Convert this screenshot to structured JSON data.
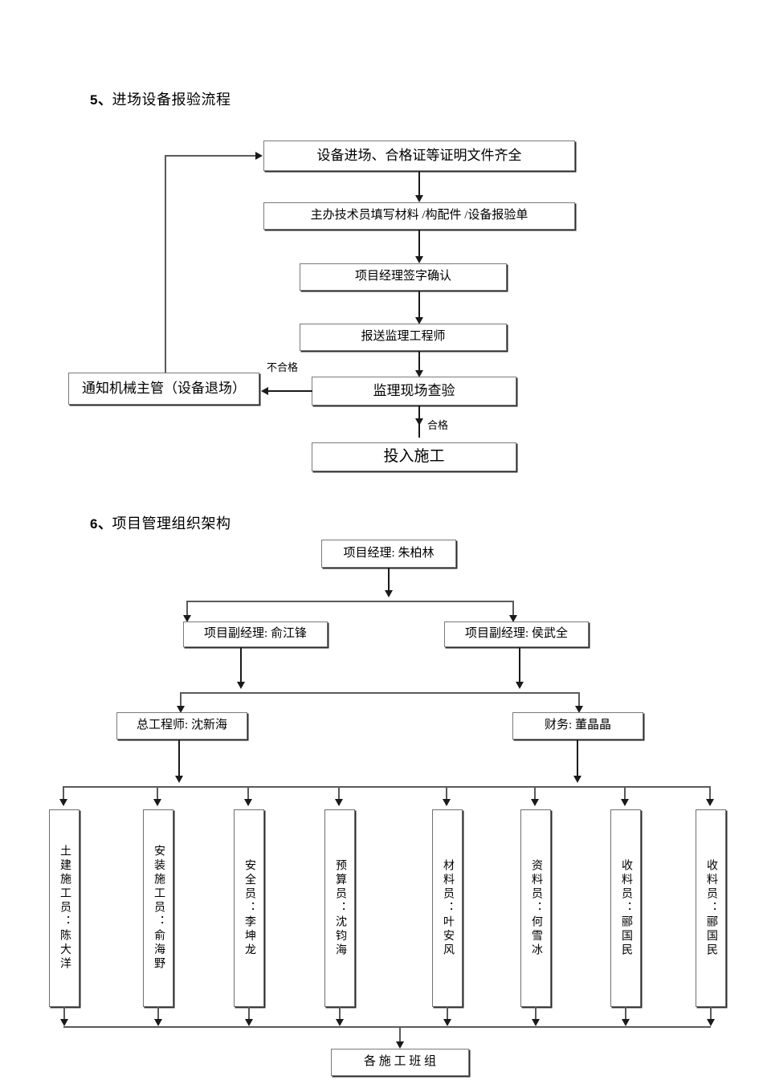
{
  "document": {
    "sections": [
      {
        "number": "5、",
        "title": "进场设备报验流程"
      },
      {
        "number": "6、",
        "title": "项目管理组织架构"
      }
    ]
  },
  "flowchart": {
    "nodes": {
      "equipment_arrival": "设备进场、合格证等证明文件齐全",
      "fill_form": "主办技术员填写材料  /构配件 /设备报验单",
      "pm_sign": "项目经理签字确认",
      "submit_supervisor": "报送监理工程师",
      "site_inspection": "监理现场查验",
      "notify_mechanical": "通知机械主管（设备退场）",
      "start_construction": "投入施工"
    },
    "edge_labels": {
      "fail": "不合格",
      "pass": "合格"
    }
  },
  "org_chart": {
    "project_manager": "项目经理: 朱柏林",
    "deputy_managers": [
      "项目副经理:  俞江锋",
      "项目副经理:  侯武全"
    ],
    "mid_level": [
      "总工程师: 沈新海",
      "财务: 董晶晶"
    ],
    "staff": [
      "土建施工员：陈大洋",
      "安装施工员：俞海野",
      "安全员：李坤龙",
      "预算员：沈钧海",
      "材料员：叶安风",
      "资料员：何雪冰",
      "收料员：郦国民",
      "收料员：郦国民"
    ],
    "bottom": "各 施 工 班 组"
  },
  "colors": {
    "box_border": "#7a7a7a",
    "box_shadow": "#2b2b2b",
    "line": "#1a1a1a",
    "text": "#000000",
    "background": "#ffffff"
  }
}
